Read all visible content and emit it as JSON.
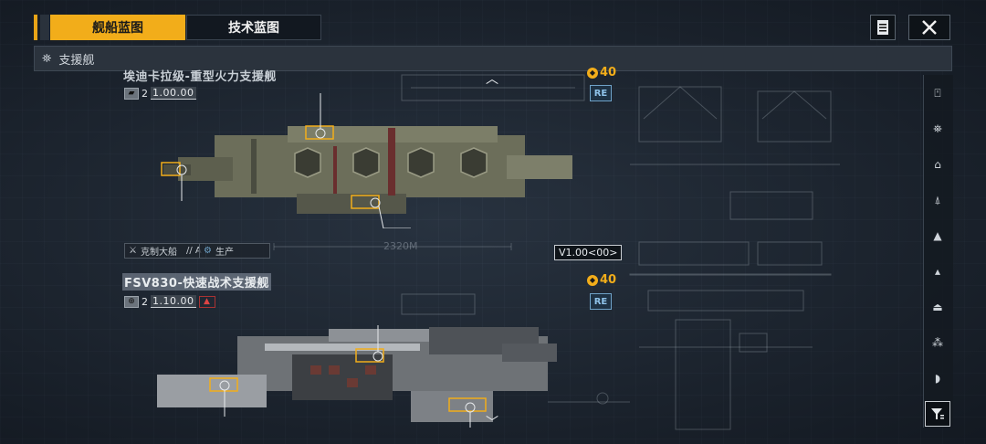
{
  "tabs": {
    "ship_blueprints": "舰船蓝图",
    "tech_blueprints": "技术蓝图"
  },
  "subheader": {
    "icon": "support-ship-icon",
    "label": "支援舰"
  },
  "ships": [
    {
      "name": "埃迪卡拉级-重型火力支援舰",
      "stat_count": "2",
      "stat_value": "1.00.00",
      "cost": "40",
      "badge": "RE",
      "tag_counter": "克制大船",
      "tag_counter_suffix": "// A",
      "tag_production": "生产",
      "version": "V1.00<00>",
      "length_label": "2320M"
    },
    {
      "name": "FSV830-快速战术支援舰",
      "stat_count": "2",
      "stat_value": "1.10.00",
      "cost": "40",
      "badge": "RE"
    }
  ],
  "filters": [
    "support-icon",
    "support-alt-icon",
    "frigate-icon",
    "destroyer-icon",
    "cruiser-icon",
    "battlecruiser-icon",
    "carrier-icon",
    "auxiliary-icon",
    "battleship-icon"
  ],
  "colors": {
    "accent": "#f2ad1a",
    "badge_blue": "#8fc3ea",
    "background": "#1d2530"
  }
}
